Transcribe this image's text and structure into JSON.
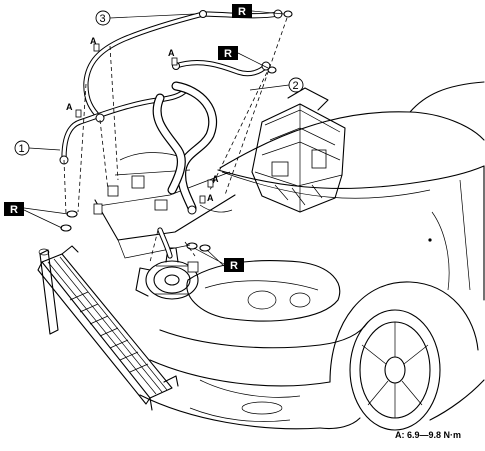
{
  "callouts": {
    "one": "1",
    "two": "2",
    "three": "3"
  },
  "torque_key": "A",
  "replace_marker": "R",
  "torque_note": "A: 6.9—9.8 N·m"
}
